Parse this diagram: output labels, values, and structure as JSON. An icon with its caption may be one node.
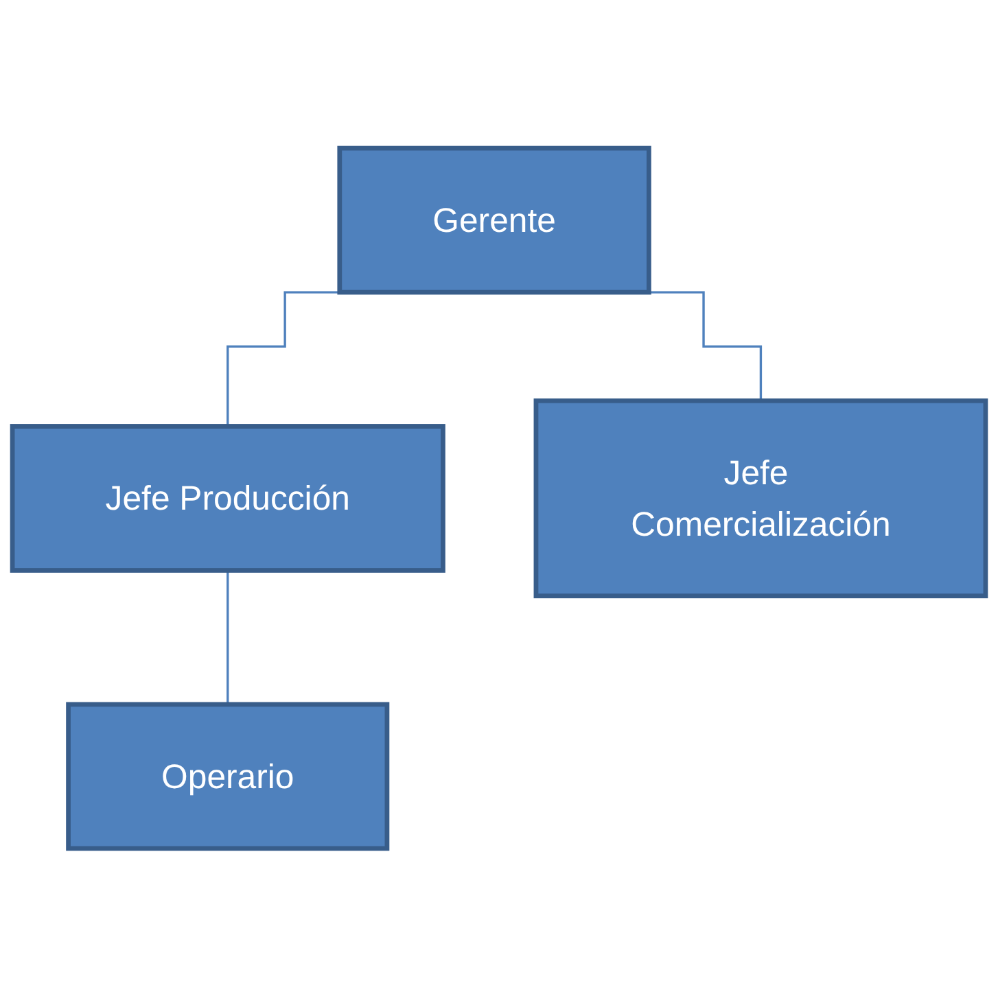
{
  "diagram": {
    "nodes": [
      {
        "text": [
          "Gerente"
        ]
      },
      {
        "text": [
          "Jefe Producción"
        ]
      },
      {
        "text": [
          "Jefe Comercialización"
        ]
      },
      {
        "text": [
          "Operario"
        ]
      }
    ],
    "edges": [
      {
        "from": 0,
        "to": 1,
        "arrow": "none"
      },
      {
        "from": 0,
        "to": 2,
        "arrow": "none"
      },
      {
        "from": 1,
        "to": 3,
        "arrow": "none"
      }
    ]
  }
}
